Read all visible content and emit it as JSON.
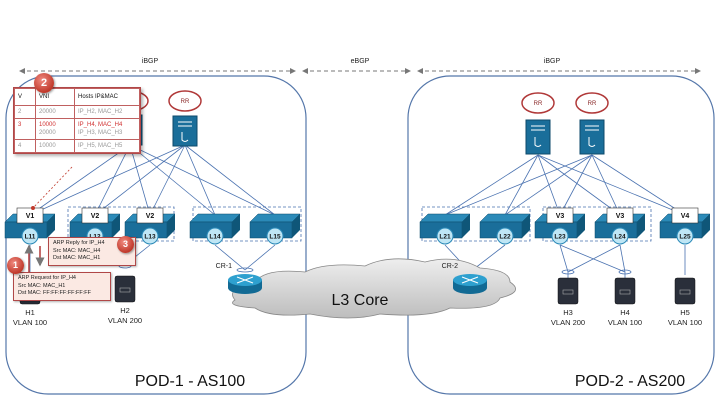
{
  "bgp": {
    "ibgp_left": "iBGP",
    "ebgp": "eBGP",
    "ibgp_right": "iBGP"
  },
  "pods": [
    {
      "title": "POD-1 - AS100"
    },
    {
      "title": "POD-2 - AS200"
    }
  ],
  "core": {
    "label": "L3 Core"
  },
  "routers": [
    {
      "label": "CR-1"
    },
    {
      "label": "CR-2"
    }
  ],
  "rr_label": "RR",
  "leaves": {
    "pod1": [
      "L11",
      "L12",
      "L13",
      "L14",
      "L15"
    ],
    "pod2": [
      "L21",
      "L22",
      "L23",
      "L24",
      "L25"
    ]
  },
  "vteps": {
    "l11": "V1",
    "l12": "V2",
    "l13": "V2",
    "l23": "V3",
    "l24": "V3",
    "l25": "V4"
  },
  "hosts": [
    {
      "name": "H1",
      "vlan": "VLAN 100"
    },
    {
      "name": "H2",
      "vlan": "VLAN 200"
    },
    {
      "name": "H3",
      "vlan": "VLAN 200"
    },
    {
      "name": "H4",
      "vlan": "VLAN 100"
    },
    {
      "name": "H5",
      "vlan": "VLAN 100"
    }
  ],
  "table": {
    "headers": [
      "V",
      "VNI",
      "Hosts IP&MAC"
    ],
    "rows": [
      {
        "v": "2",
        "vni": [
          "20000"
        ],
        "hosts": [
          "IP_H2, MAC_H2"
        ],
        "highlight": false
      },
      {
        "v": "3",
        "vni": [
          "10000",
          "20000"
        ],
        "hosts": [
          "IP_H4, MAC_H4",
          "IP_H3, MAC_H3"
        ],
        "highlight": true
      },
      {
        "v": "4",
        "vni": [
          "10000"
        ],
        "hosts": [
          "IP_H5, MAC_H5"
        ],
        "highlight": false
      }
    ]
  },
  "steps": [
    {
      "num": "1",
      "lines": [
        "ARP Request for IP_H4",
        "Src MAC: MAC_H1",
        "Dst MAC: FF:FF:FF:FF:FF:FF"
      ]
    },
    {
      "num": "2"
    },
    {
      "num": "3",
      "lines": [
        "ARP Reply for IP_H4",
        "Src MAC: MAC_H4",
        "Dst MAC: MAC_H1"
      ]
    }
  ],
  "colors": {
    "device": "#1a6e9a",
    "link": "#4a72b0",
    "accent": "#c0392b",
    "pod_border": "#5577aa"
  }
}
